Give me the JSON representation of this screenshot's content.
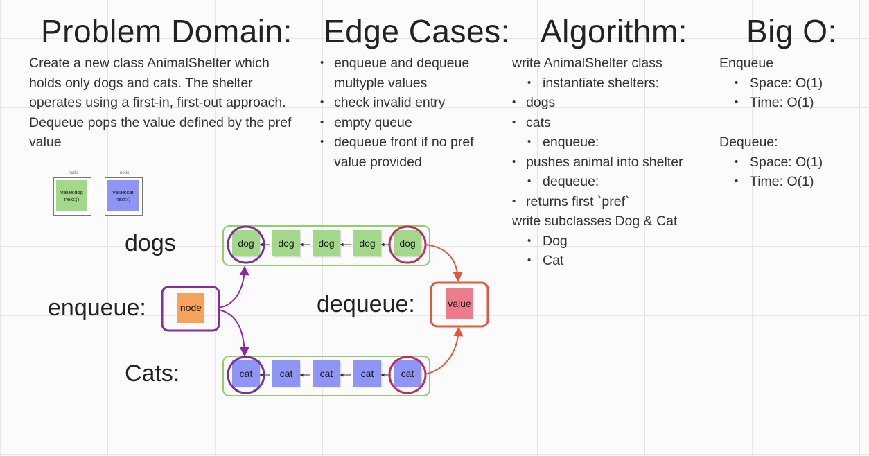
{
  "headings": {
    "problem_domain": "Problem Domain:",
    "edge_cases": "Edge Cases:",
    "algorithm": "Algorithm:",
    "big_o": "Big O:"
  },
  "problem_domain": {
    "text": "Create a new class AnimalShelter which holds only dogs and cats. The shelter operates using a first-in, first-out approach. Dequeue pops the value defined by the pref value"
  },
  "edge_cases": {
    "items": [
      "enqueue and dequeue multyple values",
      "check invalid entry",
      "empty queue",
      "dequeue front if no pref value provided"
    ]
  },
  "algorithm": {
    "line1": "write  AnimalShelter class",
    "instantiate": "instantiate shelters:",
    "dogs": "dogs",
    "cats": "cats",
    "enqueue": "enqueue:",
    "enqueue_detail": "pushes animal into shelter",
    "dequeue": "dequeue:",
    "dequeue_detail": "returns first `pref`",
    "line2": "write subclasses Dog & Cat",
    "dog": "Dog",
    "cat": "Cat"
  },
  "big_o": {
    "enqueue_title": "Enqueue",
    "enqueue_space": "Space: O(1)",
    "enqueue_time": "Time: O(1)",
    "dequeue_title": "Dequeue:",
    "dequeue_space": "Space: O(1)",
    "dequeue_time": "Time: O(1)"
  },
  "legend": {
    "dog_caption": "node",
    "dog_line1": "value:dog",
    "dog_line2": "next:()",
    "cat_caption": "node",
    "cat_line1": "value:cat",
    "cat_line2": "next:()"
  },
  "diagram": {
    "dogs_label": "dogs",
    "cats_label": "Cats:",
    "enqueue_label": "enqueue:",
    "dequeue_label": "dequeue:",
    "node_label": "node",
    "value_label": "value",
    "dog_node_label": "dog",
    "cat_node_label": "cat",
    "dog_count": 5,
    "cat_count": 5
  },
  "colors": {
    "dog_note": "#a3d88a",
    "cat_note": "#8f95f5",
    "node_note": "#f5a25d",
    "value_note": "#ec7b8b",
    "queue_border": "#8fd06a",
    "enqueue_stroke": "#8a2a9e",
    "dequeue_stroke": "#e4573a",
    "head_circle": "#7b2f9c",
    "tail_circle": "#c42a5e"
  }
}
